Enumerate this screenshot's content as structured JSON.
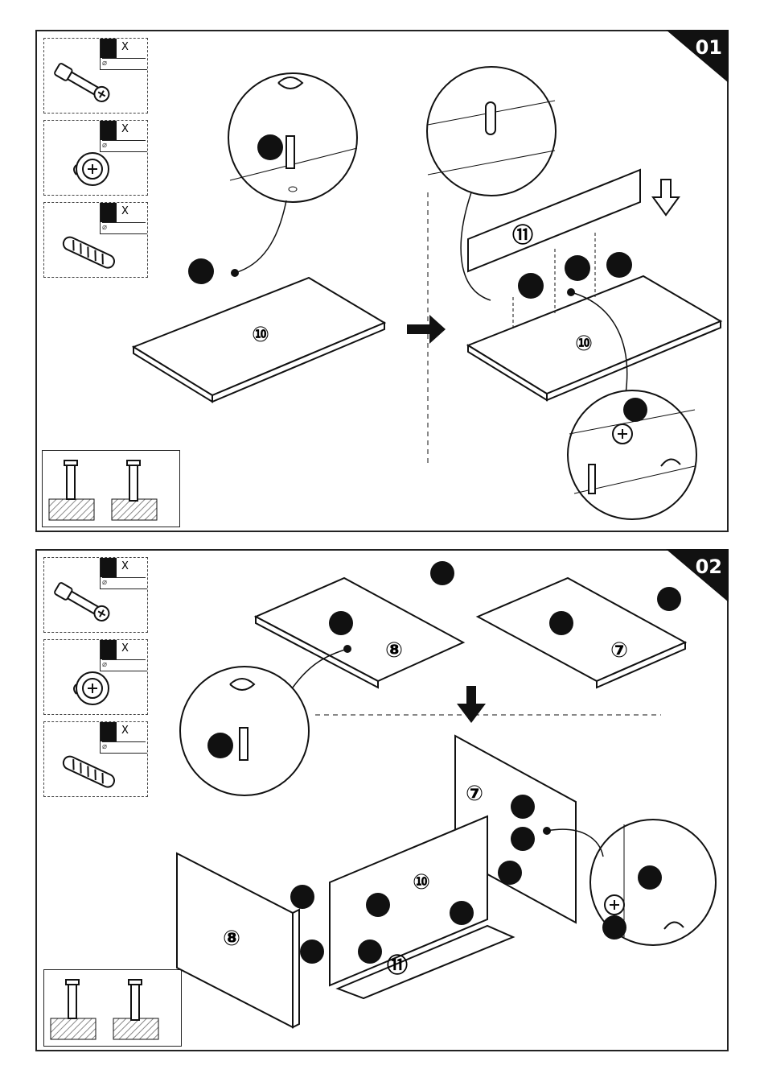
{
  "steps": [
    {
      "number": "01",
      "legend": [
        {
          "icon": "cam-bolt-icon",
          "qty": "X",
          "dia": "⌀"
        },
        {
          "icon": "cam-lock-icon",
          "qty": "X",
          "dia": "⌀"
        },
        {
          "icon": "wooden-dowel-icon",
          "qty": "X",
          "dia": "⌀"
        }
      ],
      "part_labels": [
        "⑩",
        "⑪",
        "⑩"
      ]
    },
    {
      "number": "02",
      "legend": [
        {
          "icon": "cam-bolt-icon",
          "qty": "X",
          "dia": "⌀"
        },
        {
          "icon": "cam-lock-icon",
          "qty": "X",
          "dia": "⌀"
        },
        {
          "icon": "wooden-dowel-icon",
          "qty": "X",
          "dia": "⌀"
        }
      ],
      "part_labels": [
        "⑧",
        "⑦",
        "⑦",
        "⑩",
        "⑧",
        "⑪"
      ]
    }
  ],
  "colors": {
    "ink": "#111111",
    "paper": "#ffffff",
    "hatch": "#888888"
  }
}
